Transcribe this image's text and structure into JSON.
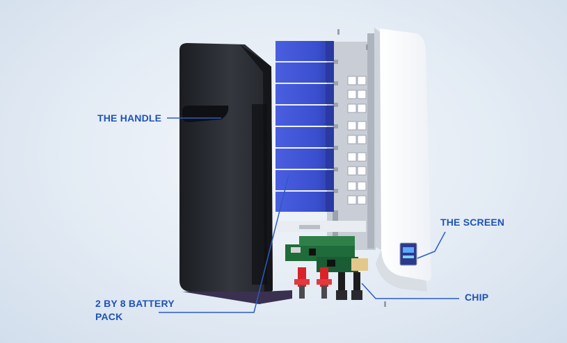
{
  "labels": {
    "handle": "THE HANDLE",
    "screen": "THE SCREEN",
    "chip": "CHIP",
    "battery_pack": "2 BY 8 BATTERY\nPACK"
  },
  "battery_cells": 8,
  "colors": {
    "label": "#1f52b8",
    "callout_line": "#2a5bc4",
    "cell": "#3b4fd0",
    "housing": "#2a2d33",
    "front_panel": "#f7f8fb",
    "connector": "#d8232a"
  }
}
